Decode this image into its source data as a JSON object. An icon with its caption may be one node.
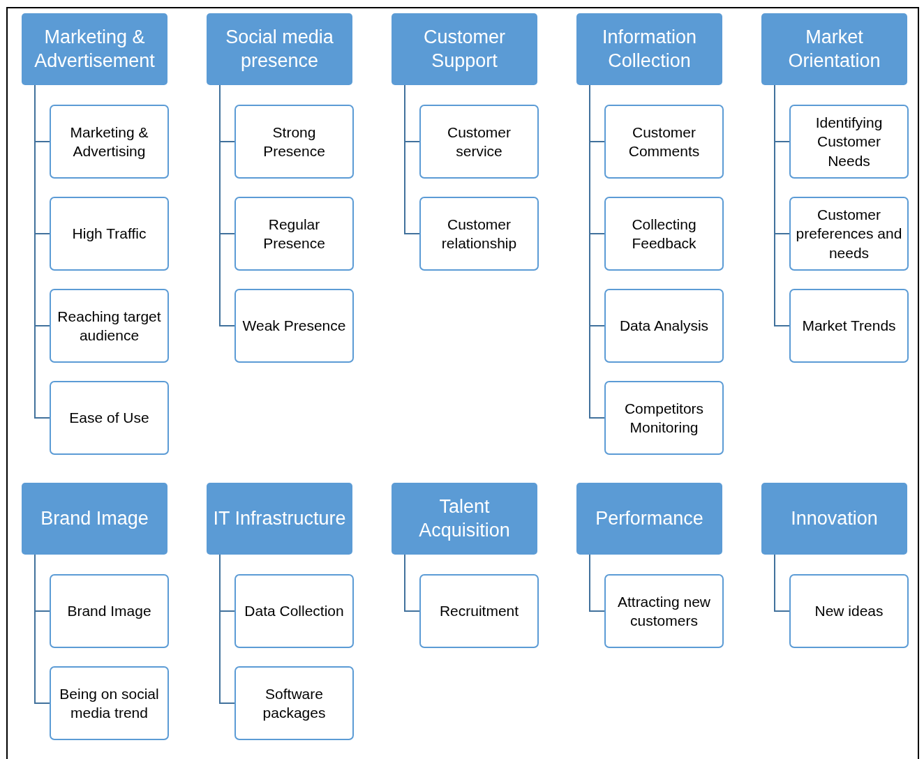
{
  "diagram": {
    "nodes": [
      {
        "text": [
          "Marketing & Advertisement"
        ]
      },
      {
        "text": [
          "Marketing & Advertising"
        ]
      },
      {
        "text": [
          "High Traffic"
        ]
      },
      {
        "text": [
          "Reaching target audience"
        ]
      },
      {
        "text": [
          "Ease of Use"
        ]
      },
      {
        "text": [
          "Social media presence"
        ]
      },
      {
        "text": [
          "Strong Presence"
        ]
      },
      {
        "text": [
          "Regular Presence"
        ]
      },
      {
        "text": [
          "Weak Presence"
        ]
      },
      {
        "text": [
          "Customer Support"
        ]
      },
      {
        "text": [
          "Customer service"
        ]
      },
      {
        "text": [
          "Customer relationship"
        ]
      },
      {
        "text": [
          "Information Collection"
        ]
      },
      {
        "text": [
          "Customer Comments"
        ]
      },
      {
        "text": [
          "Collecting Feedback"
        ]
      },
      {
        "text": [
          "Data Analysis"
        ]
      },
      {
        "text": [
          "Competitors Monitoring"
        ]
      },
      {
        "text": [
          "Market Orientation"
        ]
      },
      {
        "text": [
          "Identifying Customer Needs"
        ]
      },
      {
        "text": [
          "Customer preferences and needs"
        ]
      },
      {
        "text": [
          "Market Trends"
        ]
      },
      {
        "text": [
          "Brand Image"
        ]
      },
      {
        "text": [
          "Brand Image"
        ]
      },
      {
        "text": [
          "Being on social media trend"
        ]
      },
      {
        "text": [
          "IT Infrastructure"
        ]
      },
      {
        "text": [
          "Data Collection"
        ]
      },
      {
        "text": [
          "Software packages"
        ]
      },
      {
        "text": [
          "Talent Acquisition"
        ]
      },
      {
        "text": [
          "Recruitment"
        ]
      },
      {
        "text": [
          "Performance"
        ]
      },
      {
        "text": [
          "Attracting new customers"
        ]
      },
      {
        "text": [
          "Innovation"
        ]
      },
      {
        "text": [
          "New ideas"
        ]
      }
    ],
    "edges": [
      {
        "from": 0,
        "to": 1,
        "arrow": "none"
      },
      {
        "from": 0,
        "to": 2,
        "arrow": "none"
      },
      {
        "from": 0,
        "to": 3,
        "arrow": "none"
      },
      {
        "from": 0,
        "to": 4,
        "arrow": "none"
      },
      {
        "from": 5,
        "to": 6,
        "arrow": "none"
      },
      {
        "from": 5,
        "to": 7,
        "arrow": "none"
      },
      {
        "from": 5,
        "to": 8,
        "arrow": "none"
      },
      {
        "from": 9,
        "to": 10,
        "arrow": "none"
      },
      {
        "from": 9,
        "to": 11,
        "arrow": "none"
      },
      {
        "from": 12,
        "to": 13,
        "arrow": "none"
      },
      {
        "from": 12,
        "to": 14,
        "arrow": "none"
      },
      {
        "from": 12,
        "to": 15,
        "arrow": "none"
      },
      {
        "from": 12,
        "to": 16,
        "arrow": "none"
      },
      {
        "from": 17,
        "to": 18,
        "arrow": "none"
      },
      {
        "from": 17,
        "to": 19,
        "arrow": "none"
      },
      {
        "from": 17,
        "to": 20,
        "arrow": "none"
      },
      {
        "from": 21,
        "to": 22,
        "arrow": "none"
      },
      {
        "from": 21,
        "to": 23,
        "arrow": "none"
      },
      {
        "from": 24,
        "to": 25,
        "arrow": "none"
      },
      {
        "from": 24,
        "to": 26,
        "arrow": "none"
      },
      {
        "from": 27,
        "to": 28,
        "arrow": "none"
      },
      {
        "from": 29,
        "to": 30,
        "arrow": "none"
      },
      {
        "from": 31,
        "to": 32,
        "arrow": "none"
      }
    ]
  }
}
